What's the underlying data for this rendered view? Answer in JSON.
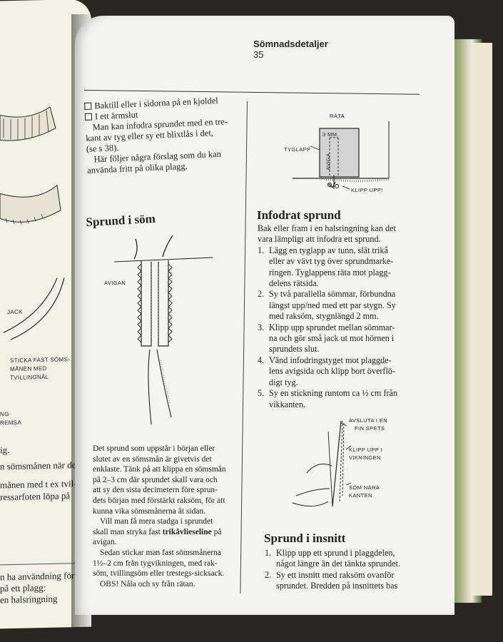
{
  "left_page": {
    "labels": [
      "JACK",
      "STICKA FAST SÖMS-",
      "MÅNEN MED",
      "TVILLINGNÅL",
      "NG",
      "REMSA"
    ],
    "lines": [
      "ig.",
      "n sömsmånen när den",
      "månen med t ex tvil-",
      "ressarfoten löpa på",
      "n ha användning för",
      "på ett plagg:",
      "en halsringning"
    ]
  },
  "header": {
    "title": "Sömnadsdetaljer",
    "page_number": "35"
  },
  "col1": {
    "intro_lines": [
      "Baktill eller i sidorna på en kjoldel",
      "I ett ärmslut",
      "Man kan infodra sprundet med en tre-",
      "kant av tyg eller sy ett blixtlås i det,",
      "(se s 38).",
      "Här följer några förslag som du kan",
      "använda fritt på olika plagg."
    ],
    "heading_seam": "Sprund i söm",
    "illus_label_avigan": "AVIGAN",
    "body_lines": [
      "Det sprund som uppstår i början eller",
      "slutet av en sömsmån är givetvis det",
      "enklaste. Tänk på att klippa en sömsmån",
      "på 2–3 cm där sprundet skall vara och",
      "att sy den sista decimetern före sprun-",
      "dets början med förstärkt raksöm, för att",
      "kunna vika sömsmånerna åt sidan."
    ],
    "para2_pre": "Vill man få mera stadga i sprundet",
    "para2_mid": "skall man stryka fast ",
    "para2_bold": "trikåvlieseline",
    "para2_post": " på",
    "para2_end": "avigan.",
    "para3_lines": [
      "Sedan stickar man fast sömsmånerna",
      "1½–2 cm från tygvikningen, med rak-",
      "söm, tvillingsöm eller trestegs-sicksack.",
      "OBS! Nåla och sy från rätan."
    ]
  },
  "col2": {
    "illus1_labels": {
      "rata": "RÄTA",
      "three_mm": "3 MM.",
      "tyglapp": "TYGLAPP",
      "aviga": "AVIGA",
      "klipp_upp": "KLIPP UPP!"
    },
    "heading_lined": "Infodrat sprund",
    "intro_lines": [
      "Bak eller fram i en halsringning kan det",
      "vara lämpligt att infodra ett sprund."
    ],
    "steps": [
      {
        "num": "1.",
        "lines": [
          "Lägg en tyglapp av tunn, slät trikå",
          "eller av vävt tyg över sprundmarke-",
          "ringen. Tyglappens räta mot plagg-",
          "delens rätsida."
        ]
      },
      {
        "num": "2.",
        "lines": [
          "Sy två parallella sömmar, förbundna",
          "längst upp/ned med ett par stygn. Sy",
          "med raksöm, stygnlängd 2 mm."
        ]
      },
      {
        "num": "3.",
        "lines": [
          "Klipp upp sprundet mellan sömmar-",
          "na och gör små jack ut mot hörnen i",
          "sprundets slut."
        ]
      },
      {
        "num": "4.",
        "lines": [
          "Vänd infodringstyget mot plaggde-",
          "lens avigsida och klipp bort överflö-",
          "digt tyg."
        ]
      },
      {
        "num": "5.",
        "lines": [
          "Sy en stickning runtom ca ½ cm från",
          "vikkanten."
        ]
      }
    ],
    "illus2_labels": [
      "AVSLUTA I EN",
      "FIN SPETS",
      "KLIPP UPP I",
      "VIKNINGEN",
      "SÖM NÄRA",
      "KANTEN"
    ],
    "heading_cut": "Sprund i insnitt",
    "cut_steps": [
      {
        "num": "1.",
        "lines": [
          "Klipp upp ett sprund i plaggdelen,",
          "något längre än det tänkta sprundet."
        ]
      },
      {
        "num": "2.",
        "lines": [
          "Sy ett insnitt med raksöm ovanför",
          "sprundet. Bredden på insnittets bas"
        ]
      }
    ]
  }
}
